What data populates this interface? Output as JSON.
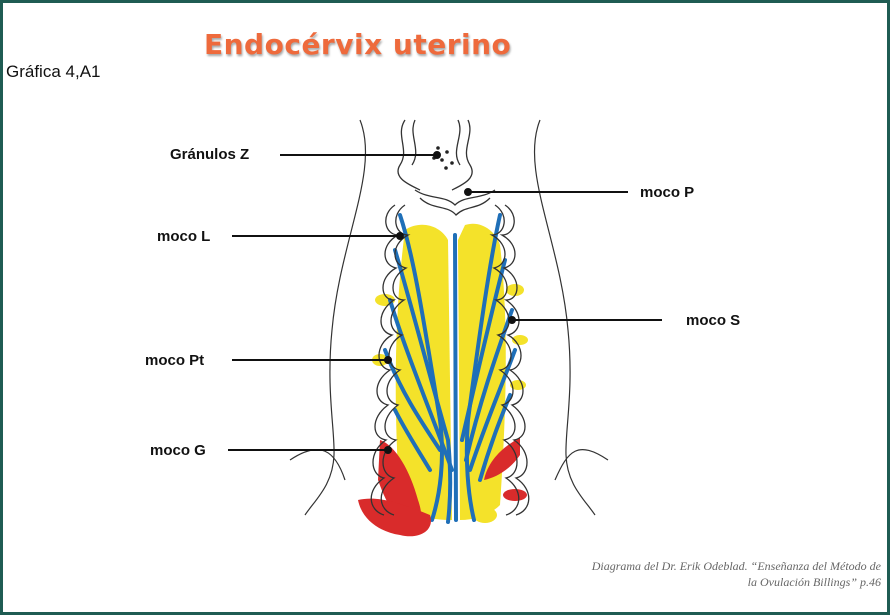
{
  "title": "Endocérvix uterino",
  "subtitle": "Gráfica 4,A1",
  "labels": {
    "granulos_z": "Gránulos Z",
    "moco_p": "moco P",
    "moco_l": "moco L",
    "moco_s": "moco S",
    "moco_pt": "moco Pt",
    "moco_g": "moco G"
  },
  "caption": {
    "line1": "Diagrama del Dr. Erik  Odeblad. “Enseñanza del Método de",
    "line2": "la Ovulación Billings” p.46"
  },
  "colors": {
    "border": "#1f5c53",
    "title": "#ee6a3c",
    "blue_mucus": "#1f6fb8",
    "yellow_mucus": "#f4e22a",
    "red_mucus": "#d92b2b"
  }
}
